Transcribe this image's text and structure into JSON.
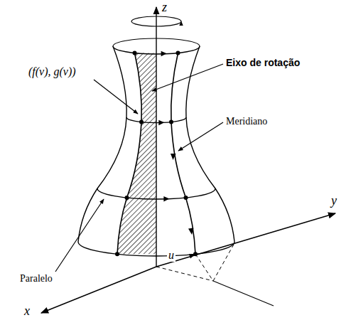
{
  "diagram": {
    "labels": [
      "z",
      "Eixo de rotação",
      "(f(v), g(v))",
      "Meridiano",
      "y",
      "u",
      "Paralelo",
      "x"
    ]
  }
}
